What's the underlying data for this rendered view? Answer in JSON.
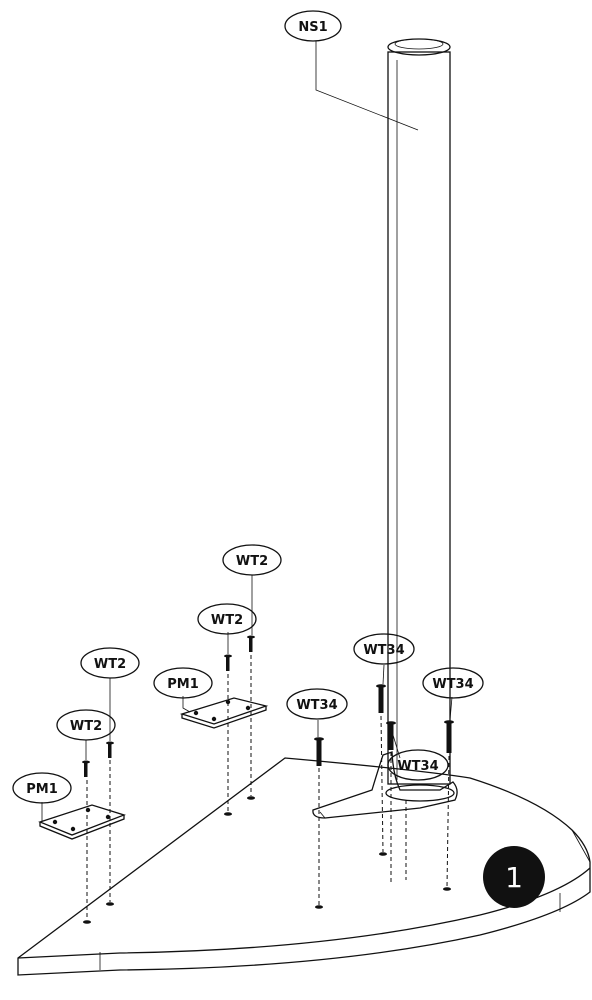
{
  "labels": {
    "ns1": "NS1",
    "wt2_a": "WT2",
    "wt2_b": "WT2",
    "wt2_c": "WT2",
    "wt2_d": "WT2",
    "pm1_a": "PM1",
    "pm1_b": "PM1",
    "wt34_a": "WT34",
    "wt34_b": "WT34",
    "wt34_c": "WT34",
    "wt34_d": "WT34"
  },
  "step": {
    "number": "1"
  },
  "colors": {
    "ink": "#111111",
    "paper": "#ffffff",
    "badge": "#111111"
  }
}
